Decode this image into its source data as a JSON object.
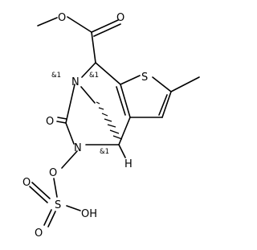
{
  "molecule": {
    "atoms": {
      "o_ester_carbonyl": "O",
      "o_ester_methoxy": "O",
      "s_thiophene": "S",
      "n_bridge": "N",
      "o_lactam": "O",
      "n_hydroxylamine": "N",
      "o_n_oxy": "O",
      "s_sulfate": "S",
      "o_sulfate_top": "O",
      "o_sulfate_bottom": "O",
      "oh_sulfate": "OH",
      "h_bridgehead": "H"
    },
    "stereo_labels": {
      "n_bridge": "&1",
      "c_ester": "&1",
      "c_bridgehead": "&1"
    }
  }
}
